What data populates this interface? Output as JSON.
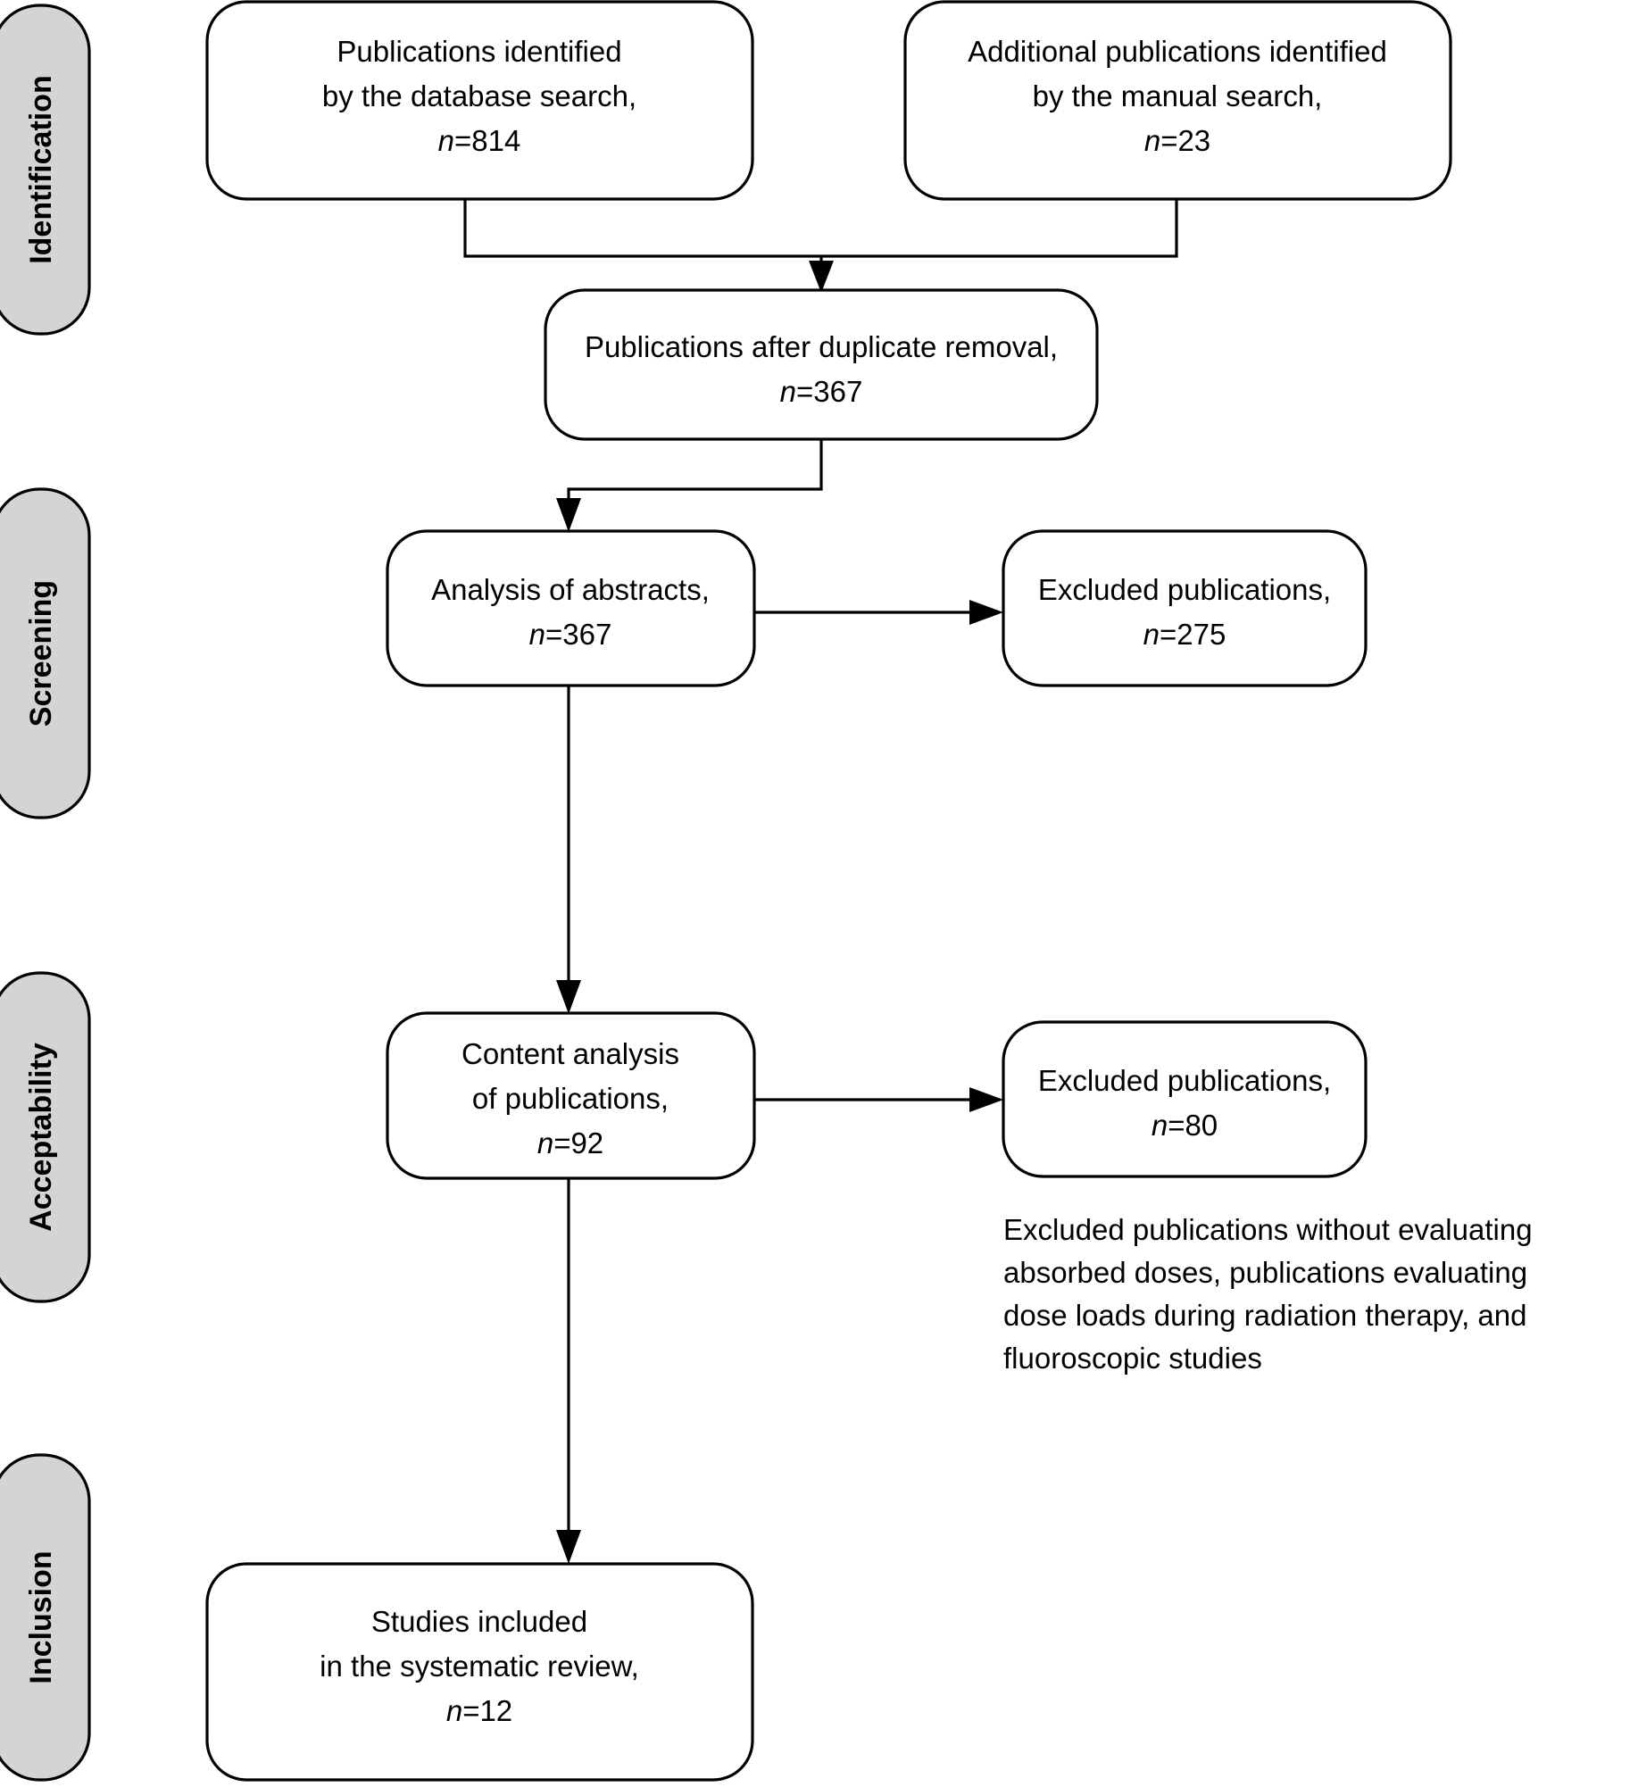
{
  "diagram": {
    "type": "prisma-flow-diagram",
    "title": "PRISMA study selection flow",
    "colors": {
      "stage_bar_fill": "#d4d4d4",
      "stage_bar_stroke": "#000000",
      "box_fill": "#ffffff",
      "box_stroke": "#000000",
      "text": "#000000",
      "background": "#ffffff"
    },
    "stages": [
      {
        "id": "identification",
        "label": "Identification"
      },
      {
        "id": "screening",
        "label": "Screening"
      },
      {
        "id": "acceptability",
        "label": "Acceptability"
      },
      {
        "id": "inclusion",
        "label": "Inclusion"
      }
    ],
    "nodes": [
      {
        "id": "db-search",
        "stage": "identification",
        "lines": [
          "Publications identified",
          "by the database search,"
        ],
        "n_prefix": "n",
        "n_value": "=814",
        "count": 814
      },
      {
        "id": "manual-search",
        "stage": "identification",
        "lines": [
          "Additional publications identified",
          "by the manual search,"
        ],
        "n_prefix": "n",
        "n_value": "=23",
        "count": 23
      },
      {
        "id": "after-duplicates",
        "stage": "identification",
        "lines": [
          "Publications after duplicate removal,"
        ],
        "n_prefix": "n",
        "n_value": "=367",
        "count": 367
      },
      {
        "id": "abstract-analysis",
        "stage": "screening",
        "lines": [
          "Analysis of abstracts,"
        ],
        "n_prefix": "n",
        "n_value": "=367",
        "count": 367
      },
      {
        "id": "excluded-screening",
        "stage": "screening",
        "lines": [
          "Excluded publications,"
        ],
        "n_prefix": "n",
        "n_value": "=275",
        "count": 275
      },
      {
        "id": "content-analysis",
        "stage": "acceptability",
        "lines": [
          "Content analysis",
          "of publications,"
        ],
        "n_prefix": "n",
        "n_value": "=92",
        "count": 92
      },
      {
        "id": "excluded-acceptability",
        "stage": "acceptability",
        "lines": [
          "Excluded publications,"
        ],
        "n_prefix": "n",
        "n_value": "=80",
        "count": 80
      },
      {
        "id": "included-studies",
        "stage": "inclusion",
        "lines": [
          "Studies included",
          "in the systematic review,"
        ],
        "n_prefix": "n",
        "n_value": "=12",
        "count": 12
      }
    ],
    "note": {
      "id": "exclusion-reasons-note",
      "lines": [
        "Excluded publications without evaluating",
        "absorbed doses, publications evaluating",
        "dose loads during radiation therapy, and",
        "fluoroscopic studies"
      ]
    }
  }
}
